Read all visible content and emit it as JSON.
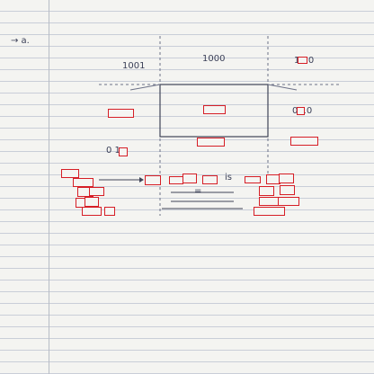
{
  "header": {
    "arrow_text": "→ a."
  },
  "diagram": {
    "label_top_left": "1001",
    "label_top_mid": "1000",
    "label_top_right": "1 10",
    "label_right_mid": "0 10",
    "label_left_low": "0 1",
    "label_is": "is",
    "label_equal": "="
  },
  "redactions": {
    "r1": "",
    "r2": "",
    "r3": "",
    "r4": "",
    "r5": "",
    "r6": "",
    "r7": "",
    "r8": "",
    "r9": "",
    "r10": "",
    "r11": "",
    "r12": "",
    "r13": "",
    "r14": "",
    "r15": "",
    "r16": "",
    "r17": "",
    "r18": "",
    "r19": "",
    "r20": "",
    "r21": "",
    "r22": "",
    "r23": "",
    "r24": "",
    "r25": "",
    "r26": "",
    "r27": ""
  },
  "colors": {
    "redaction_border": "#d61e26",
    "ink": "#3a3f57",
    "rule": "#c9ced8"
  }
}
